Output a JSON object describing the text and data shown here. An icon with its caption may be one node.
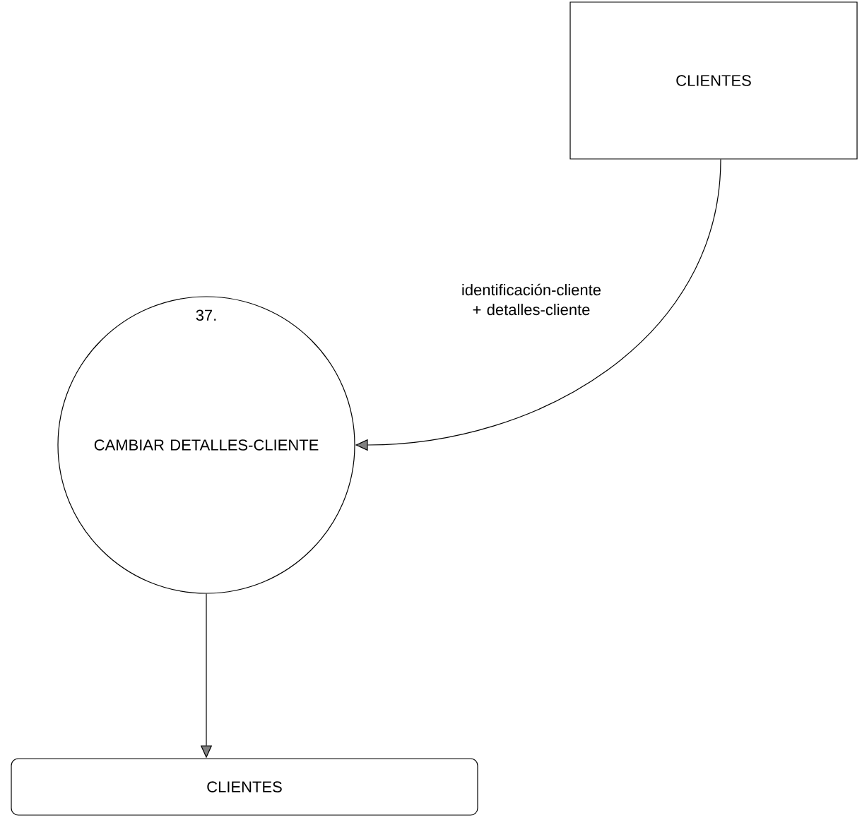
{
  "diagram": {
    "nodes": [
      {
        "text": [
          "CLIENTES"
        ]
      },
      {
        "text": [
          "37.",
          "CAMBIAR DETALLES-CLIENTE"
        ]
      },
      {
        "text": [
          "CLIENTES"
        ]
      }
    ],
    "edges": [
      {
        "from": 0,
        "to": 1,
        "arrow": "to",
        "label": "identificación-cliente + detalles-cliente"
      },
      {
        "from": 1,
        "to": 2,
        "arrow": "to"
      }
    ]
  }
}
